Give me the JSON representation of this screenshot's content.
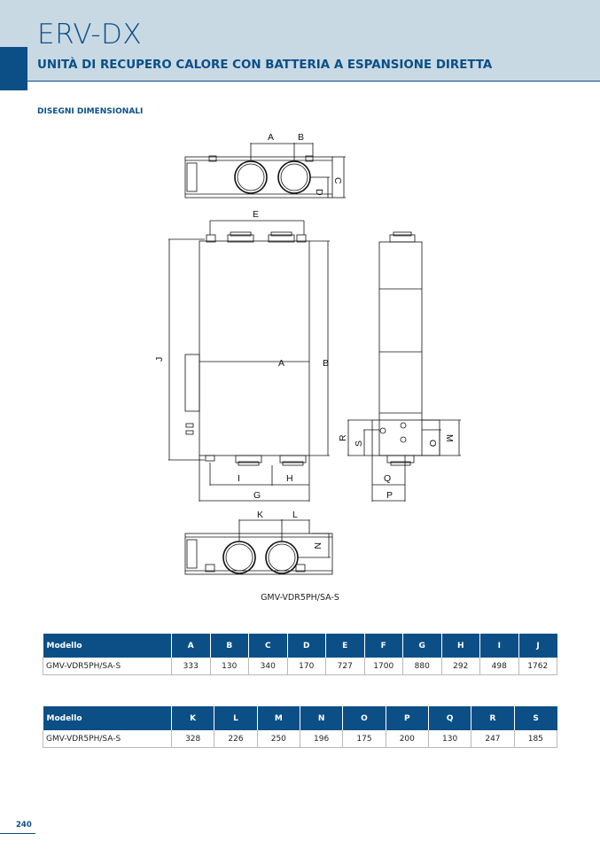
{
  "header": {
    "title": "ERV-DX",
    "subtitle": "UNITÀ DI RECUPERO CALORE CON BATTERIA A ESPANSIONE DIRETTA"
  },
  "section_title": "DISEGNI DIMENSIONALI",
  "drawing": {
    "caption": "GMV-VDR5PH/SA-S",
    "labels": [
      "A",
      "B",
      "C",
      "D",
      "E",
      "J",
      "A",
      "B",
      "I",
      "H",
      "G",
      "R",
      "S",
      "O",
      "M",
      "Q",
      "P",
      "K",
      "L",
      "N"
    ]
  },
  "table1": {
    "headers": [
      "Modello",
      "A",
      "B",
      "C",
      "D",
      "E",
      "F",
      "G",
      "H",
      "I",
      "J"
    ],
    "rows": [
      [
        "GMV-VDR5PH/SA-S",
        "333",
        "130",
        "340",
        "170",
        "727",
        "1700",
        "880",
        "292",
        "498",
        "1762"
      ]
    ]
  },
  "table2": {
    "headers": [
      "Modello",
      "K",
      "L",
      "M",
      "N",
      "O",
      "P",
      "Q",
      "R",
      "S"
    ],
    "rows": [
      [
        "GMV-VDR5PH/SA-S",
        "328",
        "226",
        "250",
        "196",
        "175",
        "200",
        "130",
        "247",
        "185"
      ]
    ]
  },
  "page_number": "240",
  "colors": {
    "brand": "#0b4f86",
    "header_bg": "#c9d9e4"
  }
}
